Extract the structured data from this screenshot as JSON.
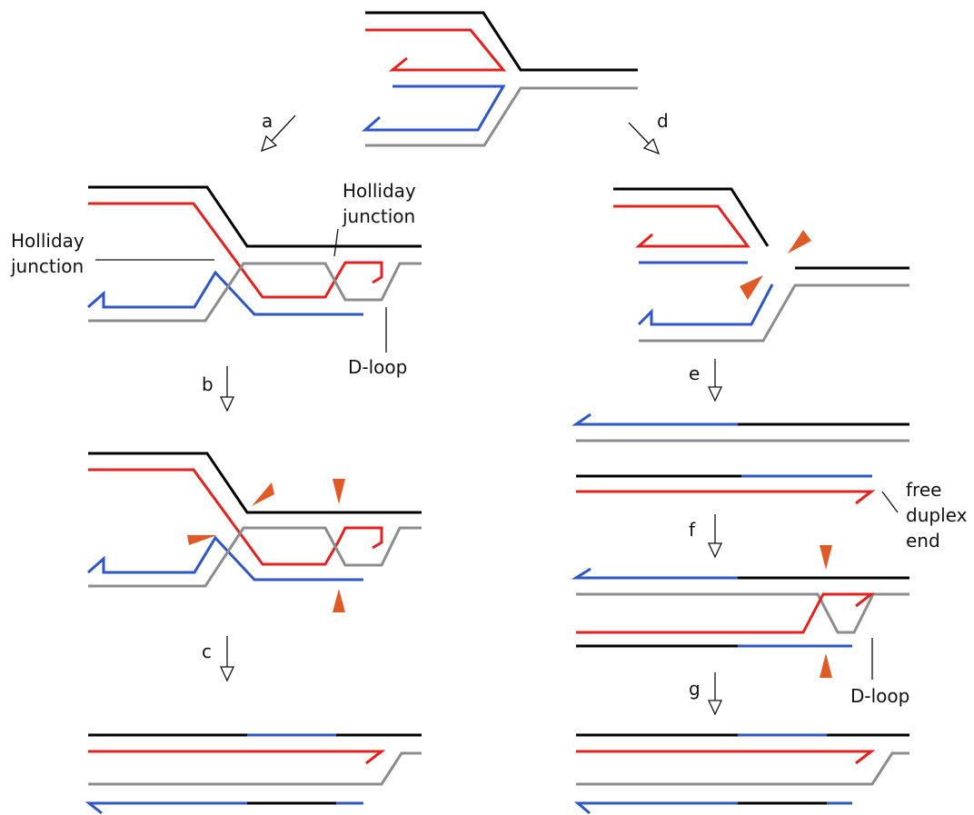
{
  "colors": {
    "strand_black": "#000000",
    "strand_red": "#e3221f",
    "strand_blue": "#2e56c6",
    "strand_gray": "#8c8c8c",
    "cleavage_marker": "#e05a26"
  },
  "step_labels": {
    "a": "a",
    "b": "b",
    "c": "c",
    "d": "d",
    "e": "e",
    "f": "f",
    "g": "g"
  },
  "annotations": {
    "holliday_left_line1": "Holliday",
    "holliday_left_line2": "junction",
    "holliday_right_line1": "Holliday",
    "holliday_right_line2": "junction",
    "dloop_left": "D-loop",
    "dloop_right": "D-loop",
    "free_line1": "free",
    "free_line2": "duplex",
    "free_line3": "end"
  }
}
